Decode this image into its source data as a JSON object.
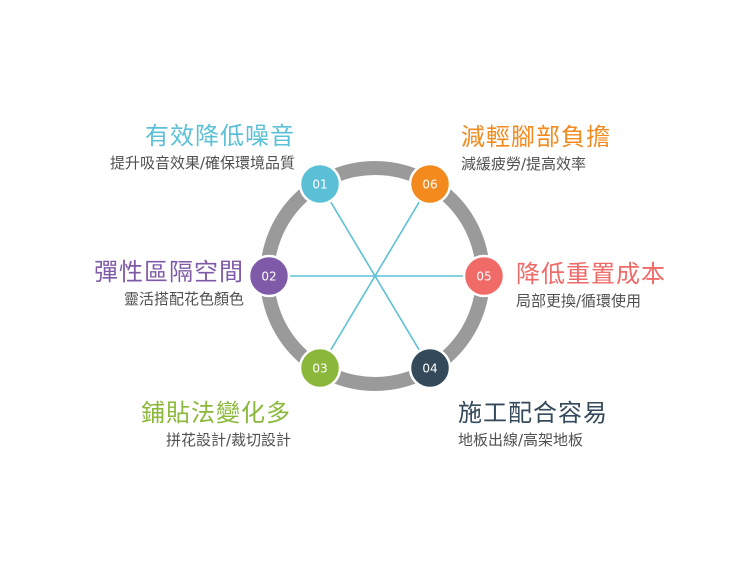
{
  "items": [
    {
      "num": "01",
      "title": "有效降低噪音",
      "subtitle": "提升吸音效果/確保環境品質",
      "color": "#5bc0d6"
    },
    {
      "num": "02",
      "title": "彈性區隔空間",
      "subtitle": "靈活搭配花色顏色",
      "color": "#7f5aa8"
    },
    {
      "num": "03",
      "title": "鋪貼法變化多",
      "subtitle": "拼花設計/裁切設計",
      "color": "#8bb83a"
    },
    {
      "num": "04",
      "title": "施工配合容易",
      "subtitle": "地板出線/高架地板",
      "color": "#34495a"
    },
    {
      "num": "05",
      "title": "降低重置成本",
      "subtitle": "局部更換/循環使用",
      "color": "#f06a68"
    },
    {
      "num": "06",
      "title": "減輕腳部負擔",
      "subtitle": "減緩疲勞/提高效率",
      "color": "#f28a1e"
    }
  ],
  "colors": {
    "ring": "#9a9a9a",
    "spokes": "#5bc0d6"
  }
}
